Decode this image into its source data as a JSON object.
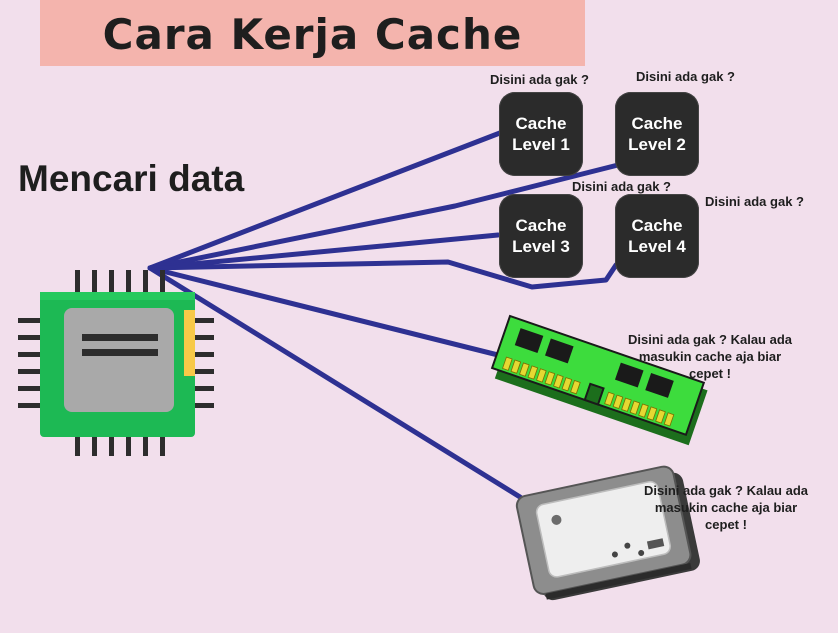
{
  "title": "Cara Kerja Cache",
  "subtitle": "Mencari data",
  "caches": [
    {
      "line1": "Cache",
      "line2": "Level 1"
    },
    {
      "line1": "Cache",
      "line2": "Level 2"
    },
    {
      "line1": "Cache",
      "line2": "Level 3"
    },
    {
      "line1": "Cache",
      "line2": "Level 4"
    }
  ],
  "cache_questions": [
    "Disini ada gak ?",
    "Disini ada gak ?",
    "Disini ada gak ?",
    "Disini ada gak ?"
  ],
  "ram_note": [
    "Disini ada gak ? Kalau ada",
    "masukin cache aja biar",
    "cepet !"
  ],
  "hdd_note": [
    "Disini ada gak ? Kalau ada",
    "masukin cache aja biar",
    "cepet !"
  ],
  "colors": {
    "background": "#f2dfec",
    "banner": "#f4b4ad",
    "connector": "#2e3192",
    "cpu_green": "#1db954",
    "cache_box": "#2b2b2b",
    "ram_green": "#3ddc3d"
  },
  "icons": [
    "cpu-chip-icon",
    "ram-module-icon",
    "hard-drive-icon"
  ]
}
